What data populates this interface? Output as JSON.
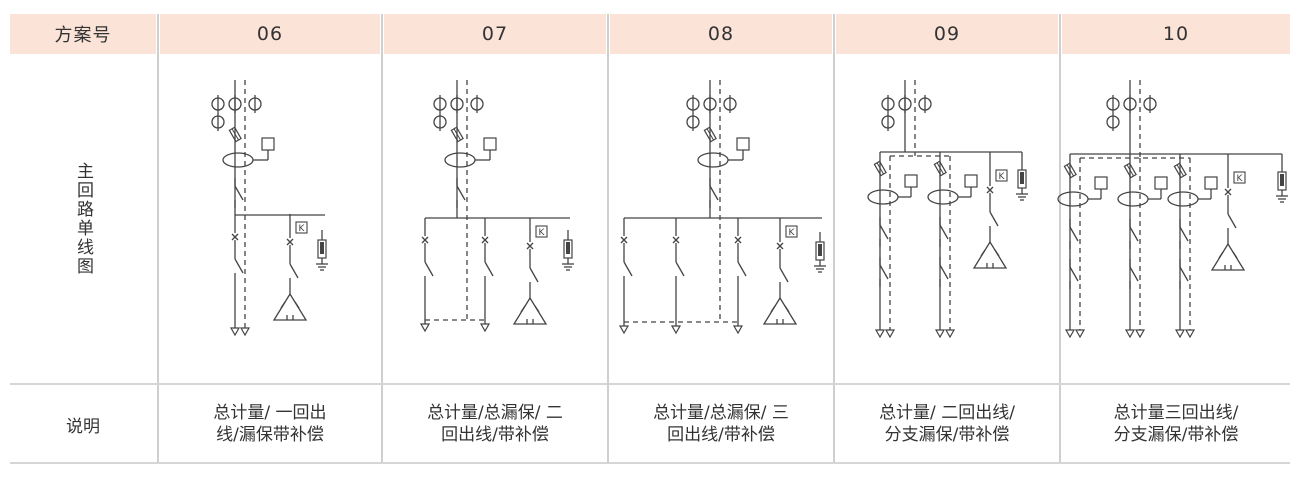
{
  "header": {
    "label": "方案号",
    "schemes": [
      "06",
      "07",
      "08",
      "09",
      "10"
    ]
  },
  "row_labels": {
    "diagram": "主回路单线图",
    "description": "说明"
  },
  "descriptions": [
    "总计量/ 一回出\n线/漏保带补偿",
    "总计量/总漏保/ 二\n回出线/带补偿",
    "总计量/总漏保/ 三\n回出线/带补偿",
    "总计量/ 二回出线/\n分支漏保/带补偿",
    "总计量三回出线/\n分支漏保/带补偿"
  ],
  "diagram_marks": {
    "meter_box": "K"
  },
  "colors": {
    "header_bg": "#fbe3d7",
    "line": "#444444",
    "grid": "#cfcfcf",
    "text": "#333333"
  }
}
